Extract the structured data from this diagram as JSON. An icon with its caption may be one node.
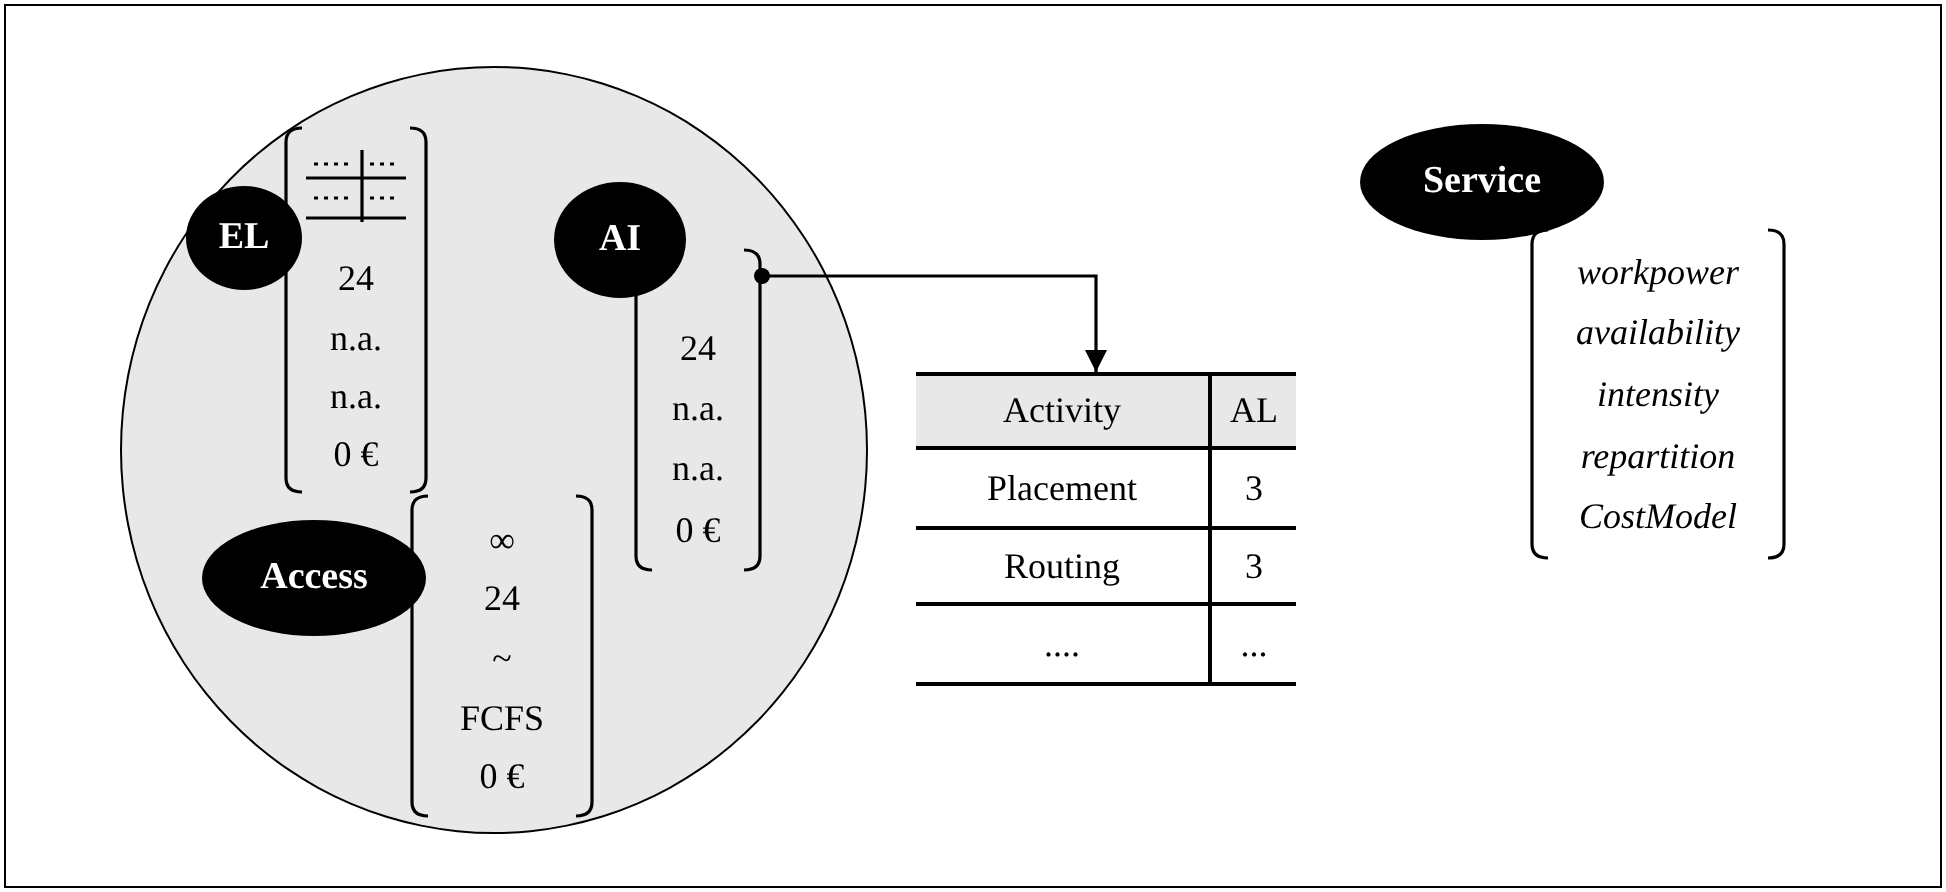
{
  "diagram": {
    "nodes": [
      {
        "text": [],
        "shape": "circle"
      },
      {
        "text": [
          "EL"
        ],
        "in": 0
      },
      {
        "text": [
          "24",
          "n.a.",
          "n.a.",
          "0 €"
        ],
        "in": 0
      },
      {
        "text": [
          "AI"
        ],
        "in": 0
      },
      {
        "text": [
          "24",
          "n.a.",
          "n.a.",
          "0 €"
        ],
        "in": 0
      },
      {
        "text": [
          "Access"
        ],
        "in": 0
      },
      {
        "text": [
          "∞",
          "24",
          "~",
          "FCFS",
          "0 €"
        ],
        "in": 0
      },
      {
        "text": [
          "Activity",
          "AL",
          "Placement",
          "3",
          "Routing",
          "3",
          "....",
          "..."
        ]
      },
      {
        "text": [
          "Service"
        ]
      },
      {
        "text": [
          "workpower",
          "availability",
          "intensity",
          "repartition",
          "CostModel"
        ]
      }
    ],
    "edges": [
      {
        "from": 4,
        "to": 7,
        "arrow": "to"
      }
    ]
  }
}
